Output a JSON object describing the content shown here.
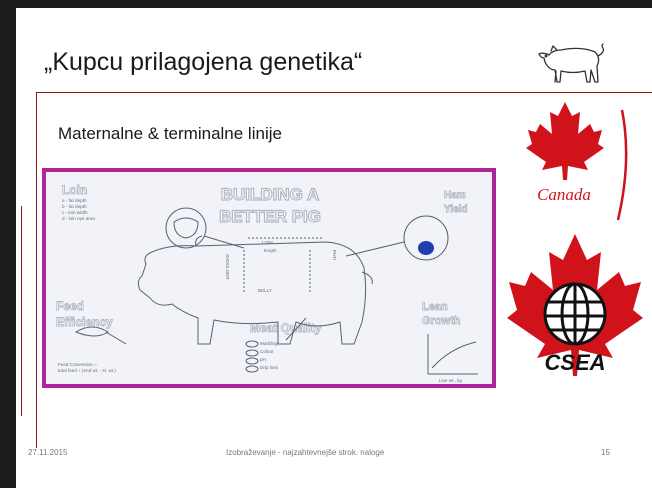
{
  "slide": {
    "title": "„Kupcu prilagojena genetika“",
    "subtitle": "Maternalne & terminalne linije"
  },
  "diagram": {
    "heading_line1": "BUILDING A",
    "heading_line2": "BETTER PIG",
    "loin": {
      "label": "Loin",
      "items": [
        "a - fat depth",
        "b - fat depth",
        "c - loin width",
        "d - loin eye area"
      ]
    },
    "ham": {
      "label_line1": "Ham",
      "label_line2": "Yield"
    },
    "feed": {
      "label_line1": "Feed",
      "label_line2": "Efficiency",
      "formula_line1": "Feed Conversion =",
      "formula_line2": "total feed ÷ (end wt. - st. wt.)"
    },
    "meat_quality": {
      "label": "Meat Quality",
      "items": [
        "Marbling",
        "Colour",
        "pH",
        "Drip loss"
      ]
    },
    "lean_growth": {
      "label_line1": "Lean",
      "label_line2": "Growth",
      "x_axis": "Live wt., kg"
    },
    "body_labels": {
      "loin": "LOIN",
      "length": "length",
      "shoulder": "SHOULDER",
      "belly": "BELLY",
      "ham": "HAM"
    }
  },
  "logos": {
    "canada": "Canada",
    "csea": "CSEA"
  },
  "footer": {
    "date": "27.11.2015",
    "center": "Izobraževanje - najzahtevnejše strok. naloge",
    "page": "15"
  },
  "colors": {
    "accent_rule": "#8b1a1a",
    "diagram_border": "#b0239a",
    "maple_red": "#d0121b"
  }
}
